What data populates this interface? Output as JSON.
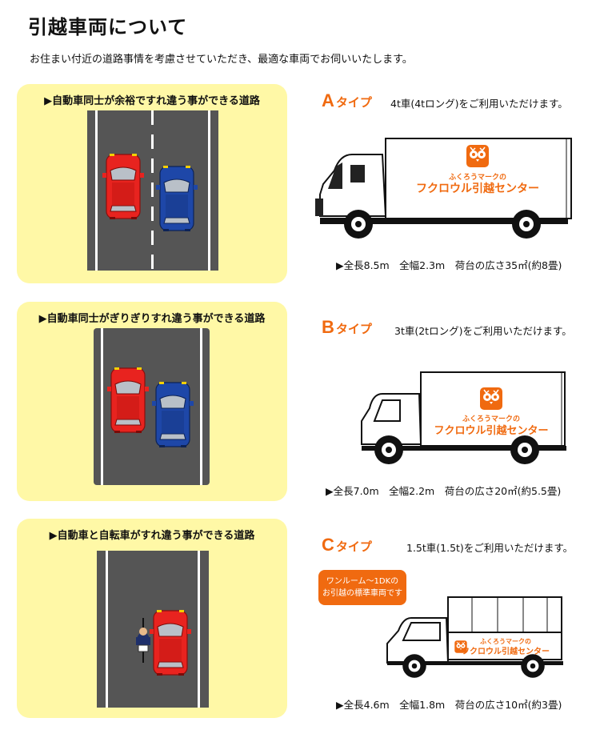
{
  "page": {
    "title": "引越車両について",
    "subtitle": "お住まい付近の道路事情を考慮させていただき、最適な車両でお伺いいたします。"
  },
  "roads": [
    {
      "label": "▶自動車同士が余裕ですれ違う事ができる道路"
    },
    {
      "label": "▶自動車同士がぎりぎりすれ違う事ができる道路"
    },
    {
      "label": "▶自動車と自転車がすれ違う事ができる道路"
    }
  ],
  "trucks": [
    {
      "letter": "A",
      "word": "タイプ",
      "desc": "4t車(4tロング)をご利用いただけます。",
      "spec": "▶全長8.5m　全幅2.3m　荷台の広さ35㎡(約8畳)"
    },
    {
      "letter": "B",
      "word": "タイプ",
      "desc": "3t車(2tロング)をご利用いただけます。",
      "spec": "▶全長7.0m　全幅2.2m　荷台の広さ20㎡(約5.5畳)"
    },
    {
      "letter": "C",
      "word": "タイプ",
      "desc": "1.5t車(1.5t)をご利用いただけます。",
      "spec": "▶全長4.6m　全幅1.8m　荷台の広さ10㎡(約3畳)"
    }
  ],
  "branding": {
    "logo_sub": "ふくろうマークの",
    "logo_main": "フクロウル引越センター"
  },
  "badge": {
    "line1": "ワンルーム〜1DKの",
    "line2": "お引越の標準車両です"
  },
  "colors": {
    "accent": "#f06a10",
    "panel": "#fff8a6",
    "road": "#555555",
    "car_red": "#e8231f",
    "car_blue": "#1e47a8"
  }
}
